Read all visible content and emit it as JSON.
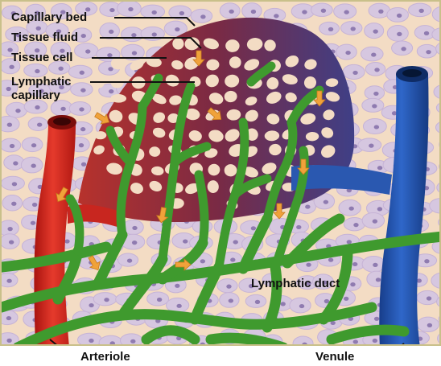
{
  "labels": {
    "capillary_bed": "Capillary bed",
    "tissue_fluid": "Tissue fluid",
    "tissue_cell": "Tissue cell",
    "lymphatic_capillary": "Lymphatic\ncapillary",
    "lymphatic_duct": "Lymphatic duct",
    "arteriole": "Arteriole",
    "venule": "Venule"
  },
  "colors": {
    "background": "#f3dcc4",
    "cell": "#d6c7e0",
    "cell_nucleus": "#8f7bb0",
    "artery": "#d1261e",
    "vein": "#1f4fa8",
    "capillary": "#8e2f3b",
    "lymph": "#3f9a2e",
    "arrow": "#f0a23a"
  }
}
